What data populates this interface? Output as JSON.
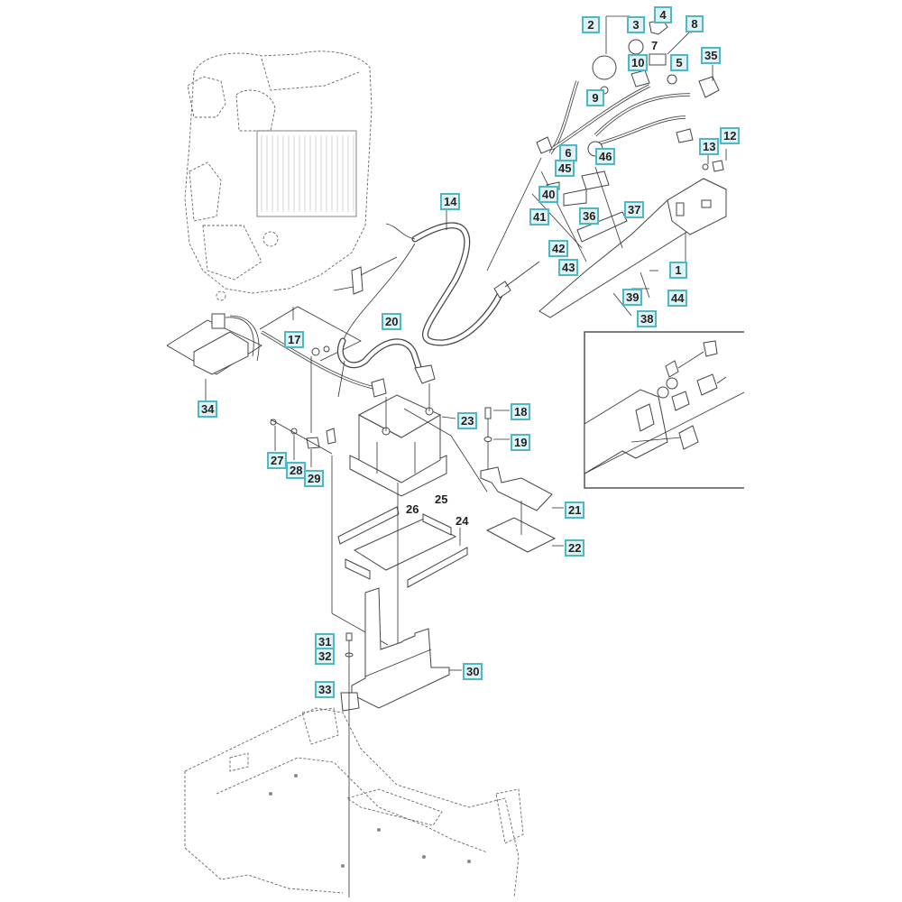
{
  "diagram": {
    "type": "exploded-parts-diagram",
    "subject": "Engine electrical / battery assembly",
    "label_style": {
      "boxed_fill": "#dff3f6",
      "boxed_border": "#4cb8c8",
      "text_color": "#222222"
    },
    "callouts": [
      {
        "id": "1",
        "text": "1",
        "boxed": true,
        "part": "instrument-panel-bracket"
      },
      {
        "id": "2",
        "text": "2",
        "boxed": true,
        "part": "hour-meter"
      },
      {
        "id": "3",
        "text": "3",
        "boxed": true,
        "part": "ignition-switch-nut"
      },
      {
        "id": "4",
        "text": "4",
        "boxed": true,
        "part": "ignition-key"
      },
      {
        "id": "5",
        "text": "5",
        "boxed": true,
        "part": "indicator-lamp"
      },
      {
        "id": "6",
        "text": "6",
        "boxed": true,
        "part": "relay"
      },
      {
        "id": "7",
        "text": "7",
        "boxed": false,
        "part": "cover"
      },
      {
        "id": "8",
        "text": "8",
        "boxed": true,
        "part": "screw"
      },
      {
        "id": "9",
        "text": "9",
        "boxed": true,
        "part": "nut"
      },
      {
        "id": "10",
        "text": "10",
        "boxed": true,
        "part": "switch"
      },
      {
        "id": "12",
        "text": "12",
        "boxed": true,
        "part": "bolt"
      },
      {
        "id": "13",
        "text": "13",
        "boxed": true,
        "part": "washer"
      },
      {
        "id": "14",
        "text": "14",
        "boxed": true,
        "part": "wiring-harness"
      },
      {
        "id": "17",
        "text": "17",
        "boxed": true,
        "part": "ground-cable"
      },
      {
        "id": "18",
        "text": "18",
        "boxed": true,
        "part": "bolt"
      },
      {
        "id": "19",
        "text": "19",
        "boxed": true,
        "part": "washer"
      },
      {
        "id": "20",
        "text": "20",
        "boxed": true,
        "part": "battery-cable"
      },
      {
        "id": "21",
        "text": "21",
        "boxed": true,
        "part": "battery-hold-down"
      },
      {
        "id": "22",
        "text": "22",
        "boxed": true,
        "part": "pad"
      },
      {
        "id": "23",
        "text": "23",
        "boxed": true,
        "part": "battery"
      },
      {
        "id": "24",
        "text": "24",
        "boxed": false,
        "part": "foam-strip"
      },
      {
        "id": "25",
        "text": "25",
        "boxed": false,
        "part": "foam-strip"
      },
      {
        "id": "26",
        "text": "26",
        "boxed": false,
        "part": "foam-pad"
      },
      {
        "id": "27",
        "text": "27",
        "boxed": true,
        "part": "bolt"
      },
      {
        "id": "28",
        "text": "28",
        "boxed": true,
        "part": "washer"
      },
      {
        "id": "29",
        "text": "29",
        "boxed": true,
        "part": "clamp"
      },
      {
        "id": "30",
        "text": "30",
        "boxed": true,
        "part": "battery-tray"
      },
      {
        "id": "31",
        "text": "31",
        "boxed": true,
        "part": "bolt"
      },
      {
        "id": "32",
        "text": "32",
        "boxed": true,
        "part": "washer"
      },
      {
        "id": "33",
        "text": "33",
        "boxed": true,
        "part": "spacer"
      },
      {
        "id": "34",
        "text": "34",
        "boxed": true,
        "part": "voltage-regulator"
      },
      {
        "id": "35",
        "text": "35",
        "boxed": true,
        "part": "cap"
      },
      {
        "id": "36",
        "text": "36",
        "boxed": true,
        "part": "connector"
      },
      {
        "id": "37",
        "text": "37",
        "boxed": true,
        "part": "nut"
      },
      {
        "id": "38",
        "text": "38",
        "boxed": true,
        "part": "screw"
      },
      {
        "id": "39",
        "text": "39",
        "boxed": true,
        "part": "washer"
      },
      {
        "id": "40",
        "text": "40",
        "boxed": true,
        "part": "nut"
      },
      {
        "id": "41",
        "text": "41",
        "boxed": true,
        "part": "bracket"
      },
      {
        "id": "42",
        "text": "42",
        "boxed": true,
        "part": "spacer"
      },
      {
        "id": "43",
        "text": "43",
        "boxed": true,
        "part": "fuse-holder"
      },
      {
        "id": "44",
        "text": "44",
        "boxed": true,
        "part": "screw"
      },
      {
        "id": "45",
        "text": "45",
        "boxed": true,
        "part": "screw"
      },
      {
        "id": "46",
        "text": "46",
        "boxed": true,
        "part": "fuse"
      }
    ],
    "inset": {
      "label": "detail-view-panel-switches"
    }
  }
}
